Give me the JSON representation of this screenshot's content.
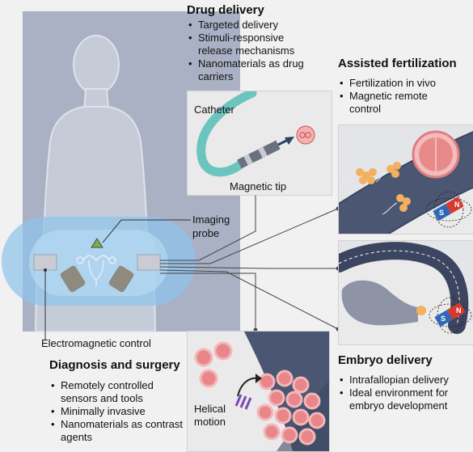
{
  "drug_delivery": {
    "title": "Drug delivery",
    "items": [
      "Targeted delivery",
      "Stimuli-responsive release mechanisms",
      "Nanomaterials as drug carriers"
    ],
    "catheter_label": "Catheter",
    "magnetic_tip_label": "Magnetic tip"
  },
  "assisted_fertilization": {
    "title": "Assisted fertilization",
    "items": [
      "Fertilization in vivo",
      "Magnetic remote control"
    ]
  },
  "embryo_delivery": {
    "title": "Embryo delivery",
    "items": [
      "Intrafallopian delivery",
      "Ideal environment for embryo development"
    ]
  },
  "diagnosis_surgery": {
    "title": "Diagnosis and surgery",
    "items": [
      "Remotely controlled sensors and tools",
      "Minimally invasive",
      "Nanomaterials as contrast agents"
    ],
    "helical_label_1": "Helical",
    "helical_label_2": "motion"
  },
  "body": {
    "imaging_probe_1": "Imaging",
    "imaging_probe_2": "probe",
    "electromagnetic_control": "Electromagnetic control"
  },
  "magnet": {
    "pole_s": "S",
    "pole_n": "N"
  },
  "colors": {
    "panel_bg": "#aab1c4",
    "field_blue": "#8fc4ea",
    "duct": "#4a5672",
    "catheter": "#6cc4be",
    "cell_red": "#e9868a",
    "sperm_orange": "#f2b060",
    "magnet_red": "#d63a2e",
    "magnet_blue": "#2f69b5"
  }
}
